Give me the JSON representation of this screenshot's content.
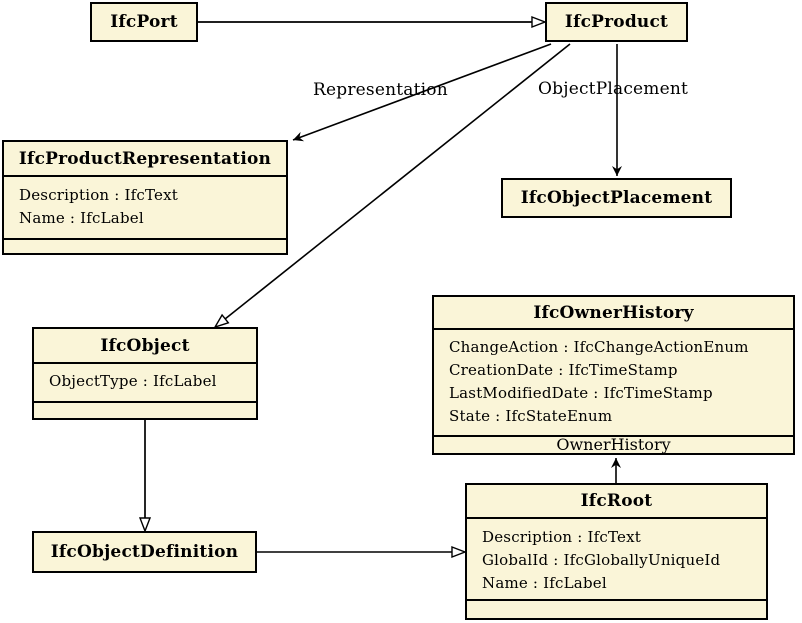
{
  "diagram": {
    "colors": {
      "box_fill": "#FAF5D8",
      "box_border": "#000000",
      "background": "#FFFFFF",
      "line": "#000000"
    },
    "classes": [
      {
        "name": "IfcPort",
        "attributes": []
      },
      {
        "name": "IfcProduct",
        "attributes": []
      },
      {
        "name": "IfcProductRepresentation",
        "attributes": [
          "Description : IfcText",
          "Name : IfcLabel"
        ]
      },
      {
        "name": "IfcObjectPlacement",
        "attributes": []
      },
      {
        "name": "IfcObject",
        "attributes": [
          "ObjectType : IfcLabel"
        ]
      },
      {
        "name": "IfcOwnerHistory",
        "attributes": [
          "ChangeAction : IfcChangeActionEnum",
          "CreationDate : IfcTimeStamp",
          "LastModifiedDate : IfcTimeStamp",
          "State : IfcStateEnum"
        ]
      },
      {
        "name": "IfcObjectDefinition",
        "attributes": []
      },
      {
        "name": "IfcRoot",
        "attributes": [
          "Description : IfcText",
          "GlobalId : IfcGloballyUniqueId",
          "Name : IfcLabel"
        ]
      }
    ],
    "edge_labels": {
      "representation": "Representation",
      "object_placement": "ObjectPlacement",
      "owner_history": "OwnerHistory"
    }
  }
}
